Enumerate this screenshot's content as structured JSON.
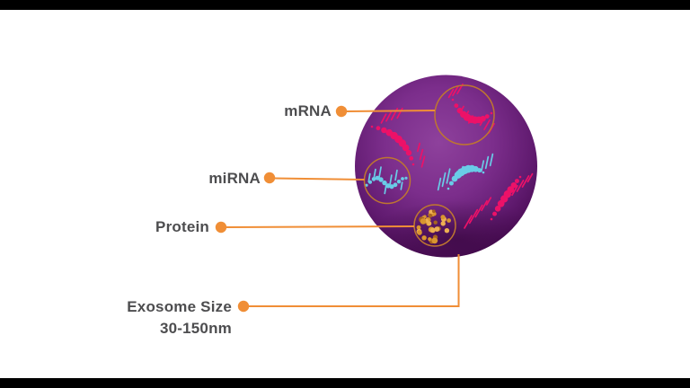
{
  "page": {
    "background": "#FFFFFF",
    "letterbox_color": "#000000"
  },
  "diagram": {
    "labels": {
      "mrna": "mRNA",
      "mirna": "miRNA",
      "protein": "Protein",
      "exosome_size_line1": "Exosome Size",
      "exosome_size_line2": "30-150nm"
    },
    "colors": {
      "label_text": "#4D4D4F",
      "connector_orange": "#F08E36",
      "inset_circle_outline": "#BE7630",
      "exosome_core": "#8E419C",
      "exosome_mid": "#7C2E8C",
      "exosome_outer": "#611B70",
      "exosome_edge": "#4A0C55",
      "exosome_shadow": "#320438",
      "rna_pink": "#EC1168",
      "rna_blue": "#69CCE7",
      "protein_gold": "#D9952F",
      "protein_gold_light": "#EDAF52",
      "protein_gold_dark": "#A8641E"
    }
  }
}
